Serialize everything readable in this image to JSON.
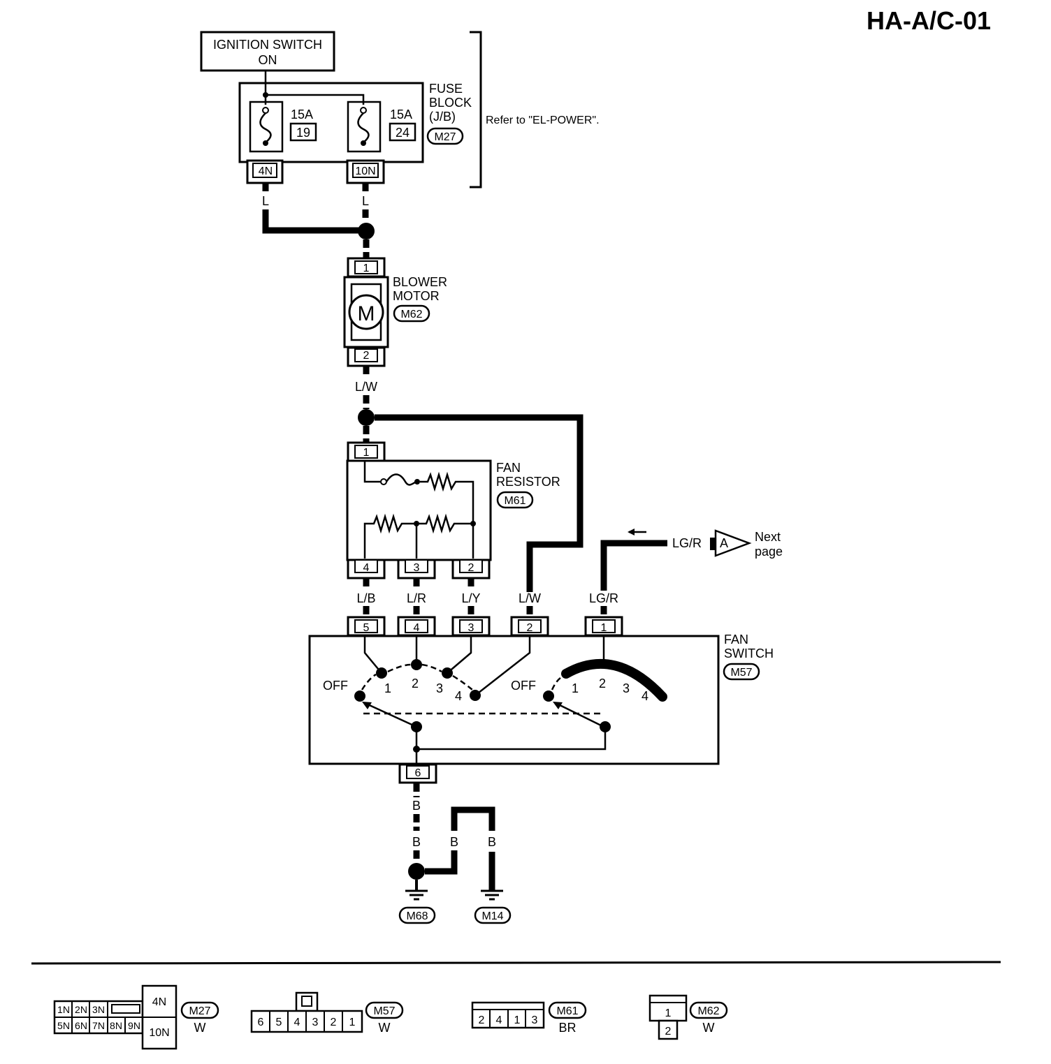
{
  "page_code": "HA-A/C-01",
  "ignition": {
    "line1": "IGNITION SWITCH",
    "line2": "ON"
  },
  "fuse_block": {
    "name_lines": [
      "FUSE",
      "BLOCK",
      "(J/B)"
    ],
    "connector": "M27",
    "refer": "Refer to \"EL-POWER\".",
    "fuses": [
      {
        "rating": "15A",
        "number": "19",
        "terminal": "4N"
      },
      {
        "rating": "15A",
        "number": "24",
        "terminal": "10N"
      }
    ]
  },
  "blower_motor": {
    "name_lines": [
      "BLOWER",
      "MOTOR"
    ],
    "connector": "M62",
    "symbol": "M",
    "pins": [
      "1",
      "2"
    ]
  },
  "fan_resistor": {
    "name_lines": [
      "FAN",
      "RESISTOR"
    ],
    "connector": "M61",
    "pins": [
      "1",
      "4",
      "3",
      "2"
    ]
  },
  "fan_switch": {
    "name_lines": [
      "FAN",
      "SWITCH"
    ],
    "connector": "M57",
    "pins": [
      "5",
      "4",
      "3",
      "2",
      "1",
      "6"
    ],
    "positions_left": [
      "OFF",
      "1",
      "2",
      "3",
      "4"
    ],
    "positions_right": [
      "OFF",
      "1",
      "2",
      "3",
      "4"
    ]
  },
  "wires": {
    "fuse_19": "L",
    "fuse_24": "L",
    "motor_out": "L/W",
    "resistor_4": "L/B",
    "resistor_3": "L/R",
    "resistor_2": "L/Y",
    "switch_2": "L/W",
    "switch_1": "LG/R",
    "next_page_wire": "LG/R",
    "ground_1": "B",
    "ground_2": "B",
    "ground_3": "B",
    "ground_4": "B"
  },
  "next_page": {
    "marker": "A",
    "line1": "Next",
    "line2": "page"
  },
  "grounds": [
    "M68",
    "M14"
  ],
  "connector_views": [
    {
      "id": "M27",
      "color": "W",
      "top_row": [
        "1N",
        "2N",
        "3N"
      ],
      "bottom_row": [
        "5N",
        "6N",
        "7N",
        "8N",
        "9N"
      ],
      "side_pins": [
        "4N",
        "10N"
      ]
    },
    {
      "id": "M57",
      "color": "W",
      "pins": [
        "6",
        "5",
        "4",
        "3",
        "2",
        "1"
      ]
    },
    {
      "id": "M61",
      "color": "BR",
      "pins": [
        "2",
        "4",
        "1",
        "3"
      ]
    },
    {
      "id": "M62",
      "color": "W",
      "pins": [
        "1",
        "2"
      ]
    }
  ]
}
